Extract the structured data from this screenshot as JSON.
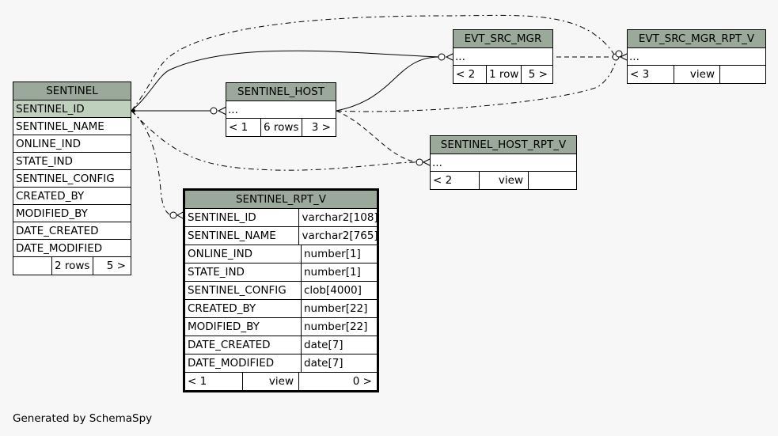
{
  "tables": {
    "sentinel": {
      "title": "SENTINEL",
      "columns": [
        "SENTINEL_ID",
        "SENTINEL_NAME",
        "ONLINE_IND",
        "STATE_IND",
        "SENTINEL_CONFIG",
        "CREATED_BY",
        "MODIFIED_BY",
        "DATE_CREATED",
        "DATE_MODIFIED"
      ],
      "footer": {
        "parents": "",
        "rows": "2 rows",
        "children": "5 >"
      }
    },
    "sentinel_host": {
      "title": "SENTINEL_HOST",
      "dots": "...",
      "footer": {
        "parents": "< 1",
        "rows": "6 rows",
        "children": "3 >"
      }
    },
    "evt_src_mgr": {
      "title": "EVT_SRC_MGR",
      "dots": "...",
      "footer": {
        "parents": "< 2",
        "rows": "1 row",
        "children": "5 >"
      }
    },
    "evt_src_mgr_rpt_v": {
      "title": "EVT_SRC_MGR_RPT_V",
      "dots": "...",
      "footer": {
        "parents": "< 3",
        "rows": "view",
        "children": ""
      }
    },
    "sentinel_host_rpt_v": {
      "title": "SENTINEL_HOST_RPT_V",
      "dots": "...",
      "footer": {
        "parents": "< 2",
        "rows": "view",
        "children": ""
      }
    },
    "sentinel_rpt_v": {
      "title": "SENTINEL_RPT_V",
      "columns": [
        {
          "name": "SENTINEL_ID",
          "type": "varchar2[108]"
        },
        {
          "name": "SENTINEL_NAME",
          "type": "varchar2[765]"
        },
        {
          "name": "ONLINE_IND",
          "type": "number[1]"
        },
        {
          "name": "STATE_IND",
          "type": "number[1]"
        },
        {
          "name": "SENTINEL_CONFIG",
          "type": "clob[4000]"
        },
        {
          "name": "CREATED_BY",
          "type": "number[22]"
        },
        {
          "name": "MODIFIED_BY",
          "type": "number[22]"
        },
        {
          "name": "DATE_CREATED",
          "type": "date[7]"
        },
        {
          "name": "DATE_MODIFIED",
          "type": "date[7]"
        }
      ],
      "footer": {
        "parents": "< 1",
        "rows": "view",
        "children": "0 >"
      }
    }
  },
  "colors": {
    "header": "#9ba99a",
    "primary_key": "#bfd0bd",
    "background": "#f7f7f7"
  },
  "footer_note": "Generated by SchemaSpy"
}
